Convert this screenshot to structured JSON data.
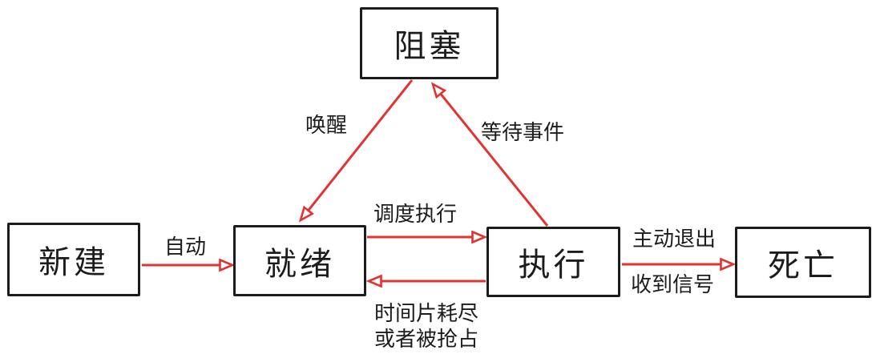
{
  "diagram": {
    "background_color": "#ffffff",
    "arrow_color": "#e23333",
    "box_border_color": "#1c1c1c",
    "text_color": "#1c1c1c",
    "nodes": {
      "blocked": "阻塞",
      "new": "新建",
      "ready": "就绪",
      "running": "执行",
      "dead": "死亡"
    },
    "edge_labels": {
      "new_to_ready": "自动",
      "ready_to_running": "调度执行",
      "running_to_ready_line1": "时间片耗尽",
      "running_to_ready_line2": "或者被抢占",
      "blocked_to_ready": "唤醒",
      "running_to_blocked": "等待事件",
      "running_to_dead_top": "主动退出",
      "running_to_dead_bottom": "收到信号"
    }
  }
}
